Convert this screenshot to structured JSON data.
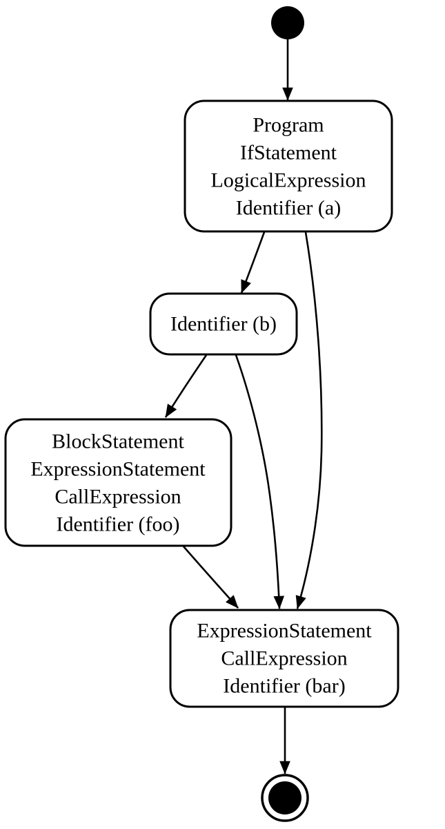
{
  "diagram": {
    "kind": "control-flow-graph",
    "background_color": "#ffffff",
    "line_color": "#000000",
    "node_fill_color": "#ffffff",
    "nodes": {
      "start": {
        "type": "initial-state"
      },
      "cond_a": {
        "lines": [
          "Program",
          "IfStatement",
          "LogicalExpression",
          "Identifier (a)"
        ]
      },
      "ident_b": {
        "lines": [
          "Identifier (b)"
        ]
      },
      "call_foo": {
        "lines": [
          "BlockStatement",
          "ExpressionStatement",
          "CallExpression",
          "Identifier (foo)"
        ]
      },
      "call_bar": {
        "lines": [
          "ExpressionStatement",
          "CallExpression",
          "Identifier (bar)"
        ]
      },
      "end": {
        "type": "final-state"
      }
    },
    "edges": [
      {
        "from": "start",
        "to": "cond_a"
      },
      {
        "from": "cond_a",
        "to": "ident_b"
      },
      {
        "from": "cond_a",
        "to": "call_bar"
      },
      {
        "from": "ident_b",
        "to": "call_foo"
      },
      {
        "from": "ident_b",
        "to": "call_bar"
      },
      {
        "from": "call_foo",
        "to": "call_bar"
      },
      {
        "from": "call_bar",
        "to": "end"
      }
    ]
  }
}
